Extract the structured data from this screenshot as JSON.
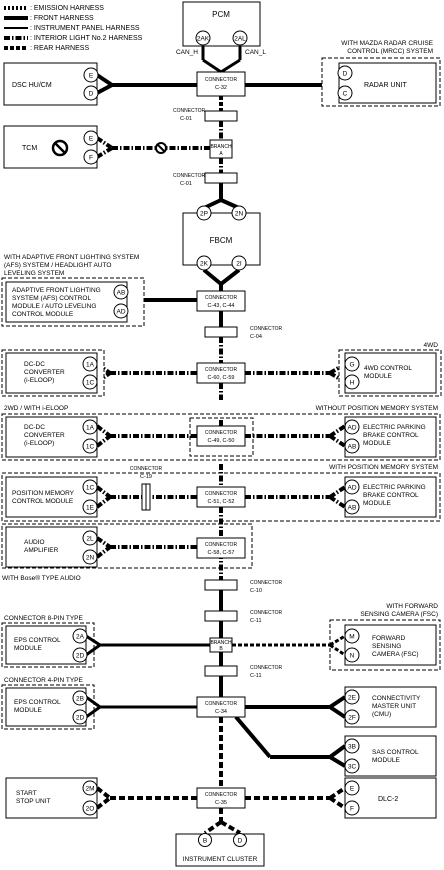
{
  "legend": [
    {
      "label": ": EMISSION HARNESS",
      "style": "emission"
    },
    {
      "label": ": FRONT HARNESS",
      "style": "front"
    },
    {
      "label": ": INSTRUMENT PANEL HARNESS",
      "style": "instrument"
    },
    {
      "label": ": INTERIOR LIGHT No.2 HARNESS",
      "style": "interior"
    },
    {
      "label": ": REAR HARNESS",
      "style": "rear"
    }
  ],
  "pcm": {
    "label": "PCM",
    "pin_left": "2AK",
    "pin_right": "2AL",
    "can_h": "CAN_H",
    "can_l": "CAN_L"
  },
  "dsc": {
    "label": "DSC HU/CM",
    "pin_top": "E",
    "pin_bottom": "D"
  },
  "radar": {
    "label": "RADAR UNIT",
    "pin_top": "D",
    "pin_bottom": "C",
    "condition": [
      "WITH MAZDA RADAR CRUISE",
      "CONTROL (MRCC) SYSTEM"
    ]
  },
  "tcm": {
    "label": "TCM",
    "pin_top": "E",
    "pin_bottom": "F"
  },
  "fbcm": {
    "label": "FBCM",
    "pin_tl": "2P",
    "pin_tr": "2N",
    "pin_bl": "2K",
    "pin_br": "2I"
  },
  "afs": {
    "condition": [
      "WITH ADAPTIVE FRONT LIGHTING SYSTEM",
      "(AFS) SYSTEM / HEADLIGHT AUTO",
      "LEVELING SYSTEM"
    ],
    "label": [
      "ADAPTIVE FRONT LIGHTING",
      "SYSTEM (AFS) CONTROL",
      "MODULE / AUTO LEVELING",
      "CONTROL MODULE"
    ],
    "pin_top": "AB",
    "pin_bottom": "AD"
  },
  "dcdc1": {
    "label": [
      "DC-DC",
      "CONVERTER",
      "(i-ELOOP)"
    ],
    "pin_top": "1A",
    "pin_bottom": "1C"
  },
  "fourwd": {
    "condition": "4WD",
    "label": [
      "4WD CONTROL",
      "MODULE"
    ],
    "pin_top": "G",
    "pin_bottom": "H"
  },
  "dcdc2": {
    "condition": "2WD / WITH i-ELOOP",
    "label": [
      "DC-DC",
      "CONVERTER",
      "(i-ELOOP)"
    ],
    "pin_top": "1A",
    "pin_bottom": "1C"
  },
  "epb1": {
    "condition": "WITHOUT POSITION MEMORY SYSTEM",
    "label": [
      "ELECTRIC PARKING",
      "BRAKE CONTROL",
      "MODULE"
    ],
    "pin_top": "AD",
    "pin_bottom": "AB"
  },
  "posmem": {
    "label": [
      "POSITION MEMORY",
      "CONTROL MODULE"
    ],
    "pin_top": "1C",
    "pin_bottom": "1E"
  },
  "epb2": {
    "condition": "WITH POSITION MEMORY SYSTEM",
    "label": [
      "ELECTRIC PARKING",
      "BRAKE CONTROL",
      "MODULE"
    ],
    "pin_top": "AD",
    "pin_bottom": "AB"
  },
  "audio": {
    "condition": "WITH Bose® TYPE AUDIO",
    "label": [
      "AUDIO",
      "AMPLIFIER"
    ],
    "pin_top": "2L",
    "pin_bottom": "2N"
  },
  "eps1": {
    "condition": "CONNECTOR 8-PIN TYPE",
    "label": [
      "EPS CONTROL",
      "MODULE"
    ],
    "pin_top": "2A",
    "pin_bottom": "2D"
  },
  "fsc": {
    "condition": [
      "WITH FORWARD",
      "SENSING CAMERA (FSC)"
    ],
    "label": [
      "FORWARD",
      "SENSING",
      "CAMERA (FSC)"
    ],
    "pin_top": "M",
    "pin_bottom": "N"
  },
  "eps2": {
    "condition": "CONNECTOR 4-PIN TYPE",
    "label": [
      "EPS CONTROL",
      "MODULE"
    ],
    "pin_top": "2B",
    "pin_bottom": "2D"
  },
  "cmu": {
    "label": [
      "CONNECTIVITY",
      "MASTER UNIT",
      "(CMU)"
    ],
    "pin_top": "2E",
    "pin_bottom": "2F"
  },
  "sas": {
    "label": [
      "SAS CONTROL",
      "MODULE"
    ],
    "pin_top": "3B",
    "pin_bottom": "3C"
  },
  "startstop": {
    "label": [
      "START",
      "STOP UNIT"
    ],
    "pin_top": "2M",
    "pin_bottom": "2O"
  },
  "dlc": {
    "label": "DLC-2",
    "pin_top": "E",
    "pin_bottom": "F"
  },
  "cluster": {
    "label": "INSTRUMENT CLUSTER",
    "pin_left": "B",
    "pin_right": "D"
  },
  "connectors": {
    "c32": [
      "CONNECTOR",
      "C-32"
    ],
    "c01a": [
      "CONNECTOR",
      "C-01"
    ],
    "brA": [
      "BRANCH",
      "A"
    ],
    "c01b": [
      "CONNECTOR",
      "C-01"
    ],
    "c43": [
      "CONNECTOR",
      "C-43, C-44"
    ],
    "c04": [
      "CONNECTOR",
      "C-04"
    ],
    "c60": [
      "CONNECTOR",
      "C-60, C-59"
    ],
    "c49": [
      "CONNECTOR",
      "C-49, C-50"
    ],
    "c19": [
      "CONNECTOR",
      "C-19"
    ],
    "c51": [
      "CONNECTOR",
      "C-51, C-52"
    ],
    "c58": [
      "CONNECTOR",
      "C-58, C-57"
    ],
    "c10": [
      "CONNECTOR",
      "C-10"
    ],
    "c11a": [
      "CONNECTOR",
      "C-11"
    ],
    "brB": [
      "BRANCH",
      "B"
    ],
    "c11b": [
      "CONNECTOR",
      "C-11"
    ],
    "c34": [
      "CONNECTOR",
      "C-34"
    ],
    "c35": [
      "CONNECTOR",
      "C-35"
    ]
  }
}
